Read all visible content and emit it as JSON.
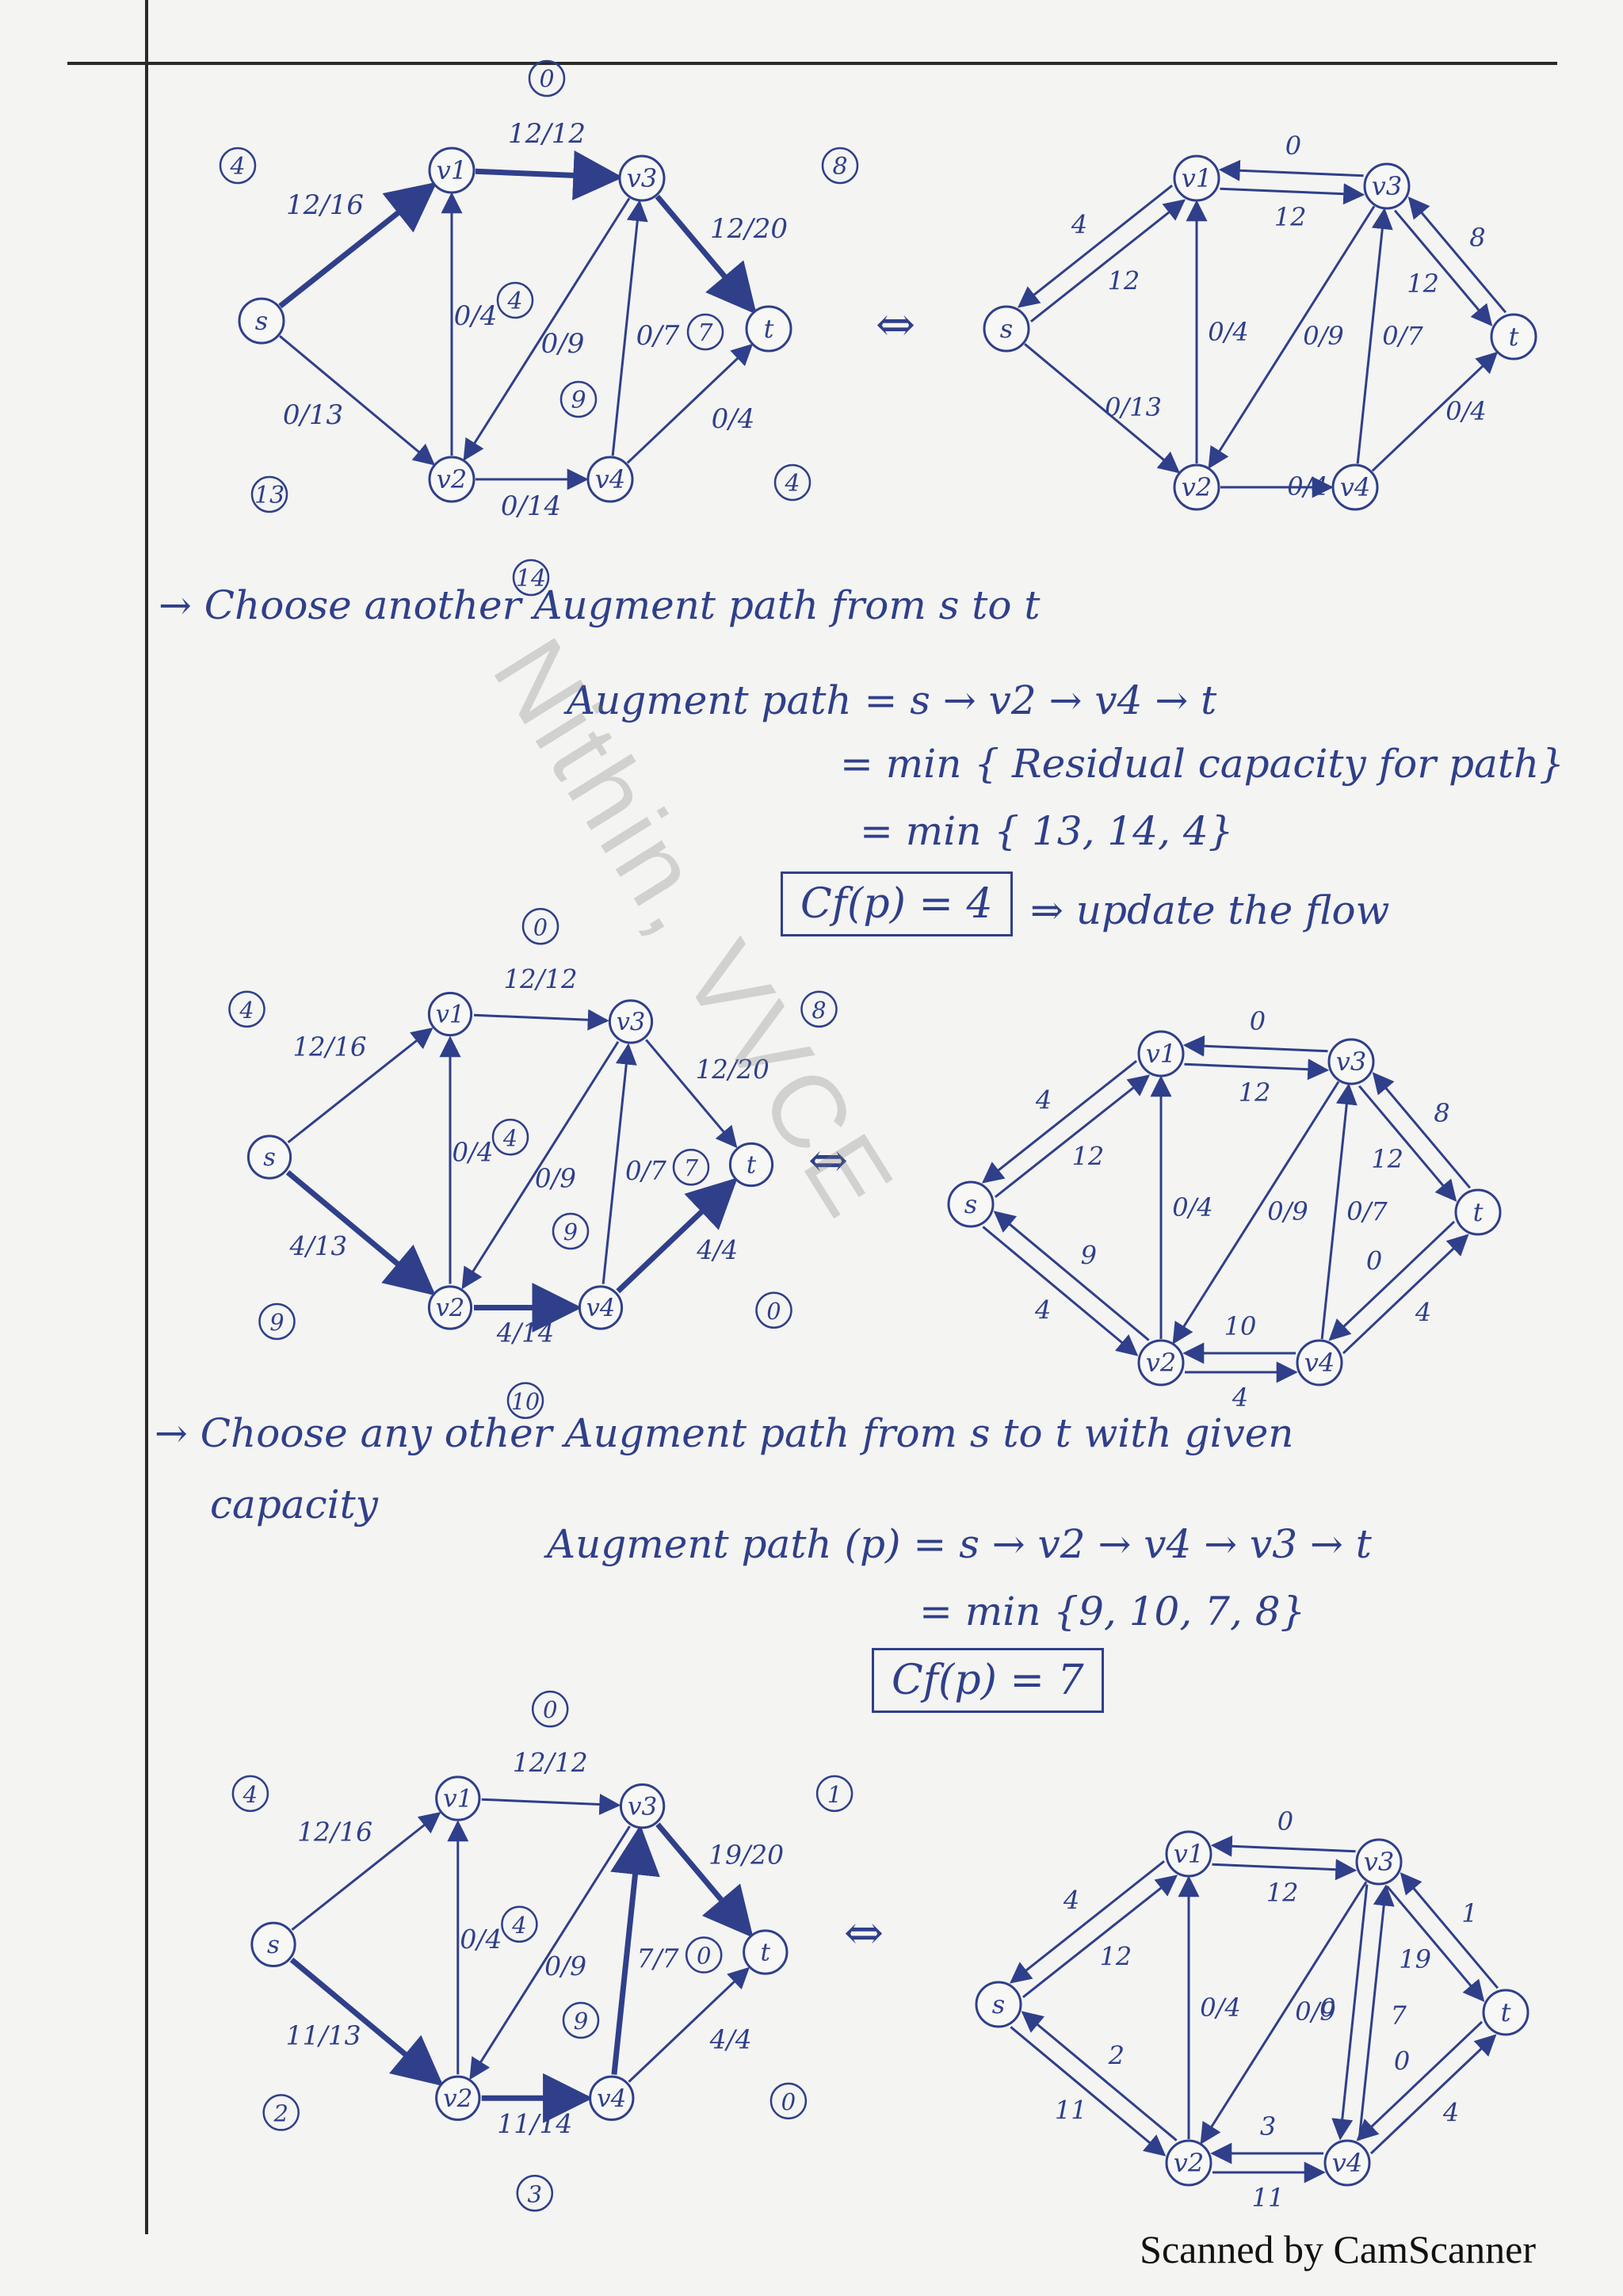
{
  "watermark": "Nithin, VVCE",
  "footer": "Scanned by CamScanner",
  "step1": {
    "line1": "→ Choose another Augment path from s to t",
    "line2": "Augment path = s → v2 → v4 → t",
    "line3": "= min { Residual capacity for path}",
    "line4": "= min { 13, 14, 4}",
    "box": "Cf(p) = 4",
    "after_box": "⇒ update the flow"
  },
  "step2": {
    "line1": "→ Choose any other Augment path from s to t with given",
    "line2": "capacity",
    "line3": "Augment path (p) = s → v2 → v4 → v3 → t",
    "line4": "= min {9, 10, 7, 8}",
    "box": "Cf(p) = 7"
  },
  "node_labels": {
    "s": "s",
    "v1": "v1",
    "v2": "v2",
    "v3": "v3",
    "v4": "v4",
    "t": "t"
  },
  "equiv_symbol": "⇔",
  "graphs": {
    "g1": {
      "edges": {
        "s_v1": "12/16",
        "v1_v3": "12/12",
        "v3_t": "12/20",
        "v2_v1": "0/4",
        "v3_v2": "0/9",
        "v4_v3": "0/7",
        "s_v2": "0/13",
        "v2_v4": "0/14",
        "v4_t": "0/4"
      },
      "residuals": {
        "s_v1": "4",
        "v1_v3": "0",
        "v3_t": "8",
        "v2_v1": "4",
        "v3_v2": "9",
        "v4_v3": "7",
        "s_v2": "13",
        "v2_v4": "14",
        "v4_t": "4"
      }
    },
    "r1": {
      "labels": {
        "s_v1_fwd": "4",
        "s_v1_back": "12",
        "v1_v3_fwd": "0",
        "v1_v3_back": "12",
        "v3_t_fwd": "8",
        "v3_t_back": "12",
        "v2_v1": "0/4",
        "v3_v2": "0/9",
        "v4_v3": "0/7",
        "s_v2": "0/13",
        "v2_v4": "0/4",
        "v4_t": "0/4"
      }
    },
    "g2": {
      "edges": {
        "s_v1": "12/16",
        "v1_v3": "12/12",
        "v3_t": "12/20",
        "v2_v1": "0/4",
        "v3_v2": "0/9",
        "v4_v3": "0/7",
        "s_v2": "4/13",
        "v2_v4": "4/14",
        "v4_t": "4/4"
      },
      "residuals": {
        "s_v1": "4",
        "v1_v3": "0",
        "v3_t": "8",
        "v2_v1": "4",
        "v3_v2": "9",
        "v4_v3": "7",
        "s_v2": "9",
        "v2_v4": "10",
        "v4_t": "0"
      }
    },
    "r2": {
      "labels": {
        "s_v1_fwd": "4",
        "s_v1_back": "12",
        "v1_v3_fwd": "0",
        "v1_v3_back": "12",
        "v3_t_fwd": "8",
        "v3_t_back": "12",
        "v2_v1": "0/4",
        "v3_v2": "0/9",
        "v4_v3": "0/7",
        "s_v2_fwd": "9",
        "s_v2_back": "4",
        "v2_v4_fwd": "10",
        "v2_v4_back": "4",
        "v4_t_fwd": "0",
        "v4_t_back": "4"
      }
    },
    "g3": {
      "edges": {
        "s_v1": "12/16",
        "v1_v3": "12/12",
        "v3_t": "19/20",
        "v2_v1": "0/4",
        "v3_v2": "0/9",
        "v4_v3": "7/7",
        "s_v2": "11/13",
        "v2_v4": "11/14",
        "v4_t": "4/4"
      },
      "residuals": {
        "s_v1": "4",
        "v1_v3": "0",
        "v3_t": "1",
        "v2_v1": "4",
        "v3_v2": "9",
        "v4_v3": "0",
        "s_v2": "2",
        "v2_v4": "3",
        "v4_t": "0"
      }
    },
    "r3": {
      "labels": {
        "s_v1_fwd": "4",
        "s_v1_back": "12",
        "v1_v3_fwd": "0",
        "v1_v3_back": "12",
        "v3_t_fwd": "1",
        "v3_t_back": "19",
        "v2_v1": "0/4",
        "v3_v2": "0/9",
        "v4_v3_fwd": "0",
        "v4_v3_back": "7",
        "s_v2_fwd": "2",
        "s_v2_back": "11",
        "v2_v4_fwd": "3",
        "v2_v4_back": "11",
        "v4_t_fwd": "0",
        "v4_t_back": "4"
      }
    }
  }
}
